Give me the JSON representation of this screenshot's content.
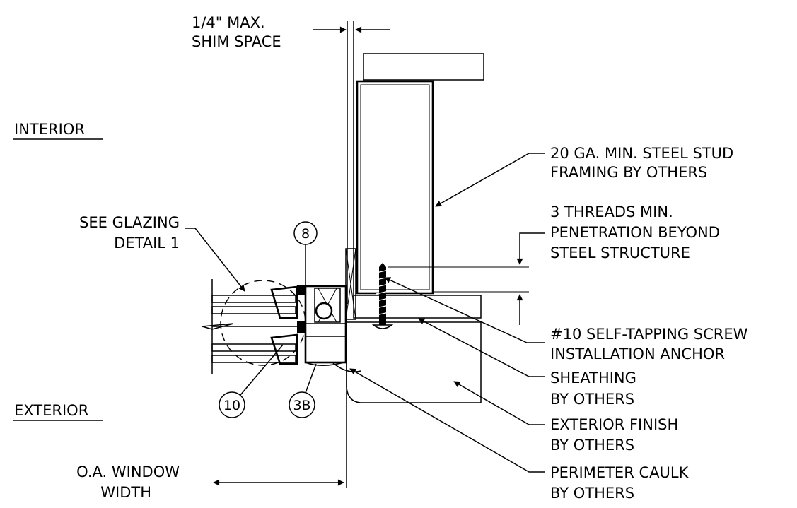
{
  "labels": {
    "shim_line1": "1/4\" MAX.",
    "shim_line2": "SHIM SPACE",
    "interior": "INTERIOR",
    "exterior": "EXTERIOR",
    "stud_line1": "20 GA. MIN. STEEL STUD",
    "stud_line2": "FRAMING BY OTHERS",
    "threads_line1": "3 THREADS MIN.",
    "threads_line2": "PENETRATION BEYOND",
    "threads_line3": "STEEL STRUCTURE",
    "glazing_line1": "SEE GLAZING",
    "glazing_line2": "DETAIL 1",
    "screw_line1": "#10 SELF-TAPPING SCREW",
    "screw_line2": "INSTALLATION ANCHOR",
    "sheathing_line1": "SHEATHING",
    "sheathing_line2": "BY OTHERS",
    "finish_line1": "EXTERIOR FINISH",
    "finish_line2": "BY OTHERS",
    "caulk_line1": "PERIMETER CAULK",
    "caulk_line2": "BY OTHERS",
    "width_line1": "O.A. WINDOW",
    "width_line2": "WIDTH"
  },
  "callouts": {
    "c8": "8",
    "c10": "10",
    "c3b": "3B"
  }
}
